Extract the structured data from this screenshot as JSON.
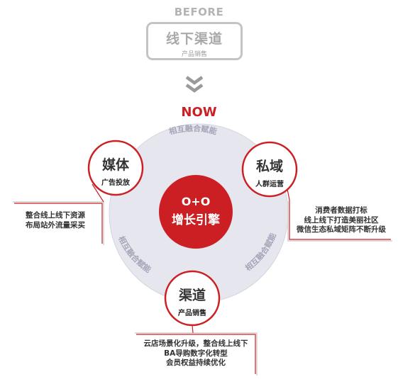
{
  "before": {
    "label": "BEFORE",
    "box_title": "线下渠道",
    "box_subtitle": "产品销售"
  },
  "now": {
    "label": "NOW"
  },
  "center": {
    "title": "O+O",
    "subtitle": "增长引擎"
  },
  "ring_label": "相互融合赋能",
  "nodes": {
    "media": {
      "title": "媒体",
      "subtitle": "广告投放"
    },
    "private": {
      "title": "私域",
      "subtitle": "人群运营"
    },
    "channel": {
      "title": "渠道",
      "subtitle": "产品销售"
    }
  },
  "notes": {
    "media": [
      "整合线上线下资源",
      "布局站外流量采买"
    ],
    "private": [
      "消费者数据打标",
      "线上线下打造美丽社区",
      "微信生态私域矩阵不断升级"
    ],
    "channel": [
      "云店场景化升级，整合线上线下",
      "BA导购数字化转型",
      "会员权益持续优化"
    ]
  },
  "colors": {
    "accent": "#cc1f24",
    "ring": "#e5e6ee",
    "gray": "#c4c4c4"
  }
}
